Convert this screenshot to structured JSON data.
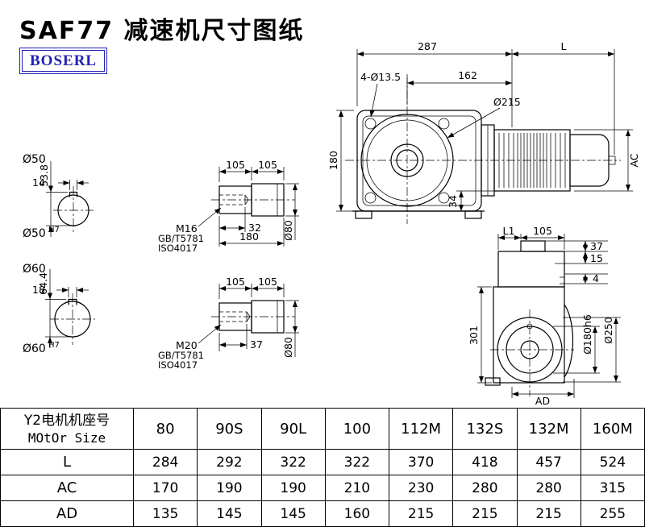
{
  "page": {
    "title": "SAF77 减速机尺寸图纸",
    "logo": "BOSERL",
    "logo_color": "#2121b3",
    "line_color": "#000000",
    "background": "#ffffff"
  },
  "front_view": {
    "dim_287": "287",
    "dim_L": "L",
    "holes": "4-Ø13.5",
    "dim_162": "162",
    "dia_215": "Ø215",
    "dim_180": "180",
    "dim_34": "34",
    "dim_AC": "AC"
  },
  "shaft50": {
    "dia": "Ø50",
    "height": "53.8",
    "key": "14",
    "bore": "Ø50",
    "bore_tol": "H7"
  },
  "shaft60": {
    "dia": "Ø60",
    "height": "64.4",
    "key": "18",
    "bore": "Ø60",
    "bore_tol": "H7"
  },
  "detail_m16": {
    "dim_105a": "105",
    "dim_105b": "105",
    "thread": "M16",
    "std1": "GB/T5781",
    "std2": "ISO4017",
    "depth": "32",
    "length": "180",
    "dia": "Ø80"
  },
  "detail_m20": {
    "dim_105a": "105",
    "dim_105b": "105",
    "thread": "M20",
    "std1": "GB/T5781",
    "std2": "ISO4017",
    "depth": "37",
    "dia": "Ø80"
  },
  "side_view": {
    "dim_L1": "L1",
    "dim_105": "105",
    "dim_37": "37",
    "dim_15": "15",
    "dim_4": "4",
    "dim_301": "301",
    "dia_180": "Ø180h6",
    "dia_250": "Ø250",
    "dim_AD": "AD"
  },
  "table": {
    "header_cn": "Y2电机机座号",
    "header_en": "MOtOr Size",
    "sizes": [
      "80",
      "90S",
      "90L",
      "100",
      "112M",
      "132S",
      "132M",
      "160M"
    ],
    "rows": [
      {
        "label": "L",
        "values": [
          "284",
          "292",
          "322",
          "322",
          "370",
          "418",
          "457",
          "524"
        ]
      },
      {
        "label": "AC",
        "values": [
          "170",
          "190",
          "190",
          "210",
          "230",
          "280",
          "280",
          "315"
        ]
      },
      {
        "label": "AD",
        "values": [
          "135",
          "145",
          "145",
          "160",
          "215",
          "215",
          "215",
          "255"
        ]
      }
    ]
  }
}
